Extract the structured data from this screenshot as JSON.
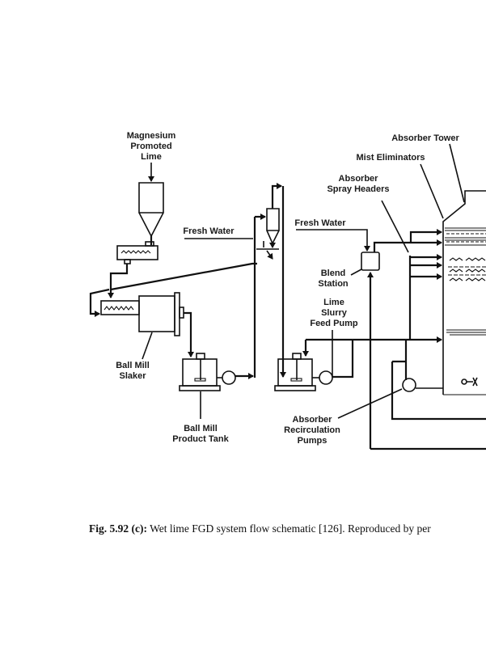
{
  "diagram": {
    "labels": {
      "lime": [
        "Magnesium",
        "Promoted",
        "Lime"
      ],
      "fresh_water_1": "Fresh Water",
      "fresh_water_2": "Fresh Water",
      "slaker": [
        "Ball Mill",
        "Slaker"
      ],
      "product_tank": [
        "Ball Mill",
        "Product Tank"
      ],
      "absorber_tower": "Absorber Tower",
      "mist_eliminators": "Mist Eliminators",
      "spray_headers": [
        "Absorber",
        "Spray Headers"
      ],
      "blend_station": [
        "Blend",
        "Station"
      ],
      "feed_pump": [
        "Lime",
        "Slurry",
        "Feed Pump"
      ],
      "recirc_pumps": [
        "Absorber",
        "Recirculation",
        "Pumps"
      ]
    }
  },
  "caption": {
    "label": "Fig. 5.92 (c):",
    "text": " Wet lime FGD system flow schematic [126]. Reproduced by per"
  }
}
